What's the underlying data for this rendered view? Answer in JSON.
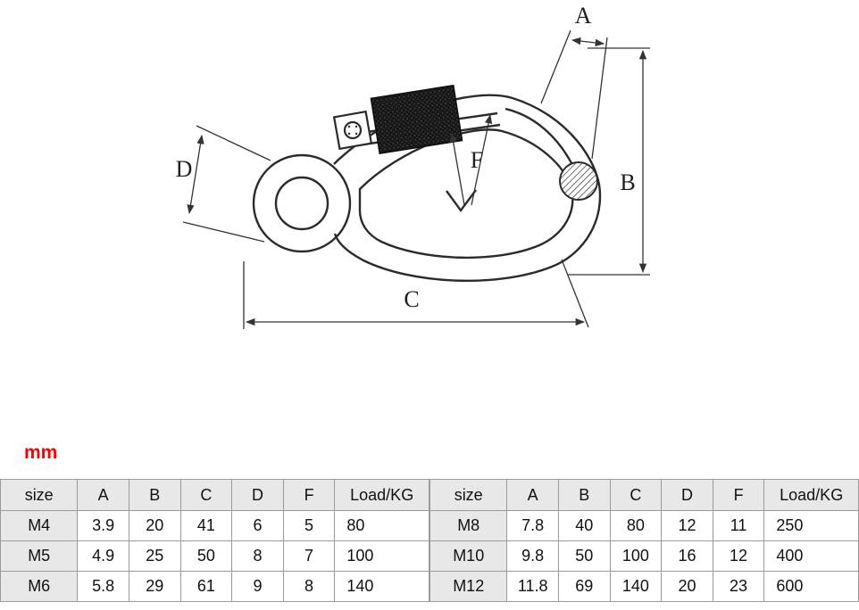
{
  "unit_label": "mm",
  "colors": {
    "unit_label": "#ff0000",
    "table_header_bg": "#e8e8e8",
    "line": "#2b2b2b"
  },
  "diagram": {
    "labels": {
      "A": "A",
      "B": "B",
      "C": "C",
      "D": "D",
      "F": "F"
    }
  },
  "tables": [
    {
      "headers": [
        "size",
        "A",
        "B",
        "C",
        "D",
        "F",
        "Load/KG"
      ],
      "rows": [
        [
          "M4",
          "3.9",
          "20",
          "41",
          "6",
          "5",
          "80"
        ],
        [
          "M5",
          "4.9",
          "25",
          "50",
          "8",
          "7",
          "100"
        ],
        [
          "M6",
          "5.8",
          "29",
          "61",
          "9",
          "8",
          "140"
        ]
      ]
    },
    {
      "headers": [
        "size",
        "A",
        "B",
        "C",
        "D",
        "F",
        "Load/KG"
      ],
      "rows": [
        [
          "M8",
          "7.8",
          "40",
          "80",
          "12",
          "11",
          "250"
        ],
        [
          "M10",
          "9.8",
          "50",
          "100",
          "16",
          "12",
          "400"
        ],
        [
          "M12",
          "11.8",
          "69",
          "140",
          "20",
          "23",
          "600"
        ]
      ]
    }
  ]
}
